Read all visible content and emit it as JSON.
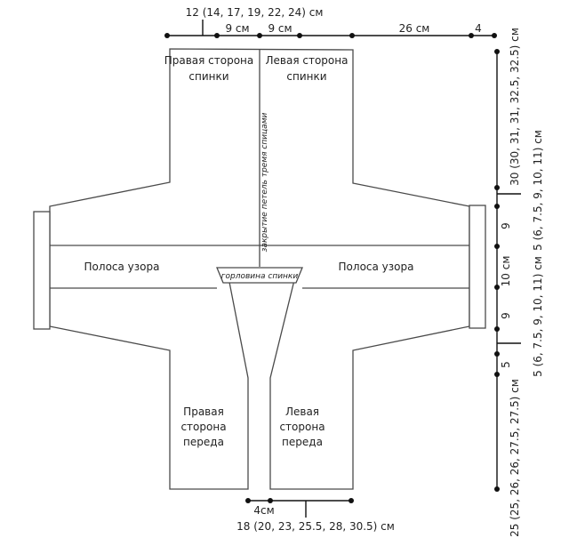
{
  "labels": {
    "right_back": [
      "Правая сторона",
      "спинки"
    ],
    "left_back": [
      "Левая сторона",
      "спинки"
    ],
    "pattern_left": "Полоса узора",
    "pattern_right": "Полоса узора",
    "neckline": "горловина спинки",
    "bind_off": "закрытие петель тремя спицами",
    "right_front": [
      "Правая",
      "сторона",
      "переда"
    ],
    "left_front": [
      "Левая",
      "сторона",
      "переда"
    ]
  },
  "dimensions": {
    "top_total": "12 (14, 17, 19, 22, 24) см",
    "top_half_left": "9 см",
    "top_half_right": "9 см",
    "sleeve_length": "26 см",
    "cuff_width": "4",
    "back_height": "30 (30, 31, 31, 32.5, 32.5) см",
    "upper_arm": "5 (6, 7.5, 9, 10, 11) см",
    "band_top": "9",
    "band_mid": "10 см",
    "band_bottom": "9",
    "lower_arm": "5 (6, 7.5, 9, 10, 11) см",
    "lower_5": "5",
    "front_height": "25 (25, 26, 26, 27.5, 27.5) см",
    "bottom_gap": "4см",
    "bottom_total": "18 (20, 23, 25.5, 28, 30.5) см"
  }
}
